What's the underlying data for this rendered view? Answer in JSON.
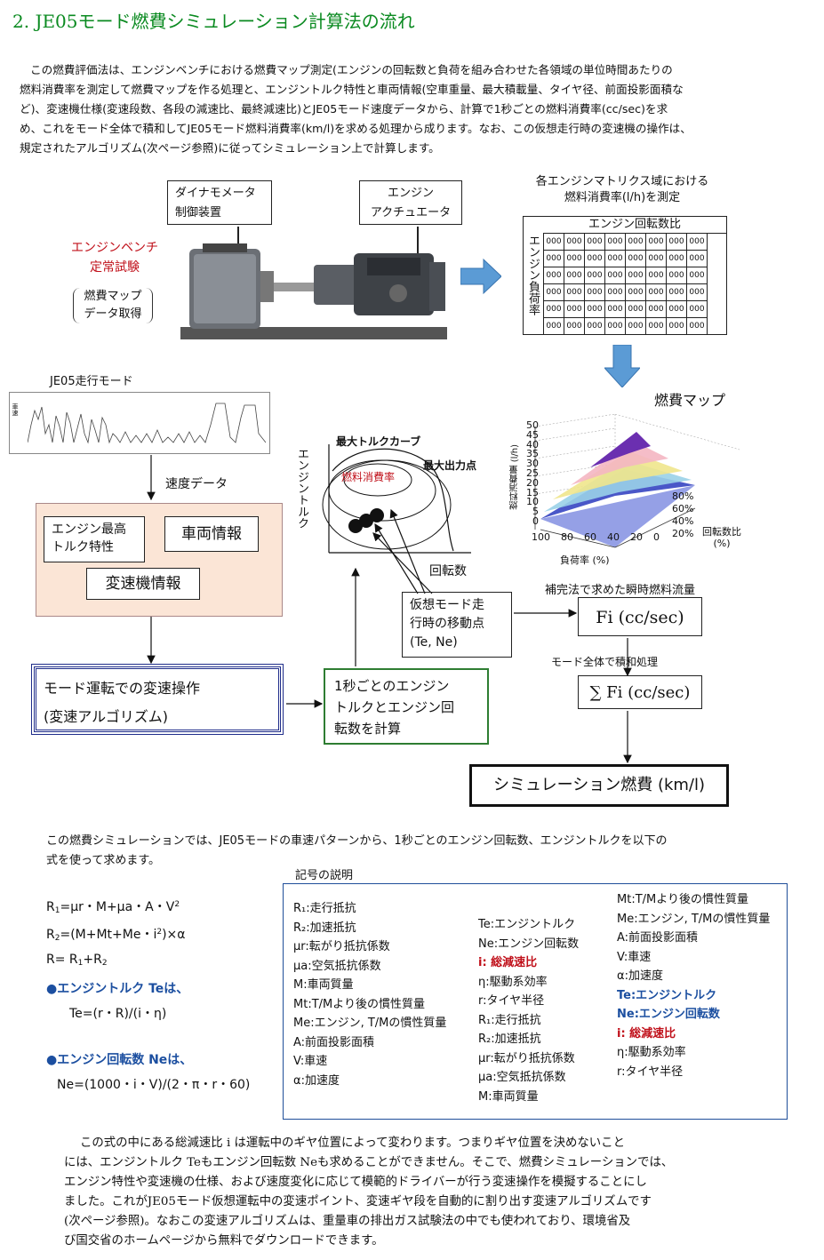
{
  "title": "2. JE05モード燃費シミュレーション計算法の流れ",
  "intro": [
    "この燃費評価法は、エンジンベンチにおける燃費マップ測定(エンジンの回転数と負荷を組み合わせた各領域の単位時間あたりの",
    "燃料消費率を測定して燃費マップを作る処理と、エンジントルク特性と車両情報(空車重量、最大積載量、タイヤ径、前面投影面積な",
    "ど)、変速機仕様(変速段数、各段の減速比、最終減速比)とJE05モード速度データから、計算で1秒ごとの燃料消費率(cc/sec)を求",
    "め、これをモード全体で積和してJE05モード燃料消費率(km/l)を求める処理から成ります。なお、この仮想走行時の変速機の操作は、",
    "規定されたアルゴリズム(次ページ参照)に従ってシミュレーション上で計算します。"
  ],
  "diagram": {
    "dyno_label": [
      "ダイナモメータ",
      "制御装置"
    ],
    "engine_label": [
      "エンジン",
      "アクチュエータ"
    ],
    "bench_label": [
      "エンジンベンチ",
      "定常試験"
    ],
    "map_measure": [
      "燃費マップ",
      "データ取得"
    ],
    "matrix_caption": [
      "各エンジンマトリクス域における",
      "燃料消費率(l/h)を測定"
    ],
    "matrix_header": "エンジン回転数比",
    "matrix_side": "エンジン負荷率",
    "matrix_cell": "000",
    "mode_label": "JE05走行モード",
    "mode_chart_ylabel": "車速",
    "speed_data": "速度データ",
    "engine_max_torque": [
      "エンジン最高",
      "トルク特性"
    ],
    "vehicle_info": "車両情報",
    "transmission_info": "変速機情報",
    "shift_op": [
      "モード運転での変速操作",
      "(変速アルゴリズム)"
    ],
    "calc_box": [
      "1秒ごとのエンジン",
      "トルクとエンジン回",
      "転数を計算"
    ],
    "max_torque_curve": "最大トルクカーブ",
    "max_power": "最大出力点",
    "fuel_rate_label": "燃料消費率",
    "engine_torque_axis": "エンジントルク",
    "rpm_axis": "回転数",
    "virtual_points": [
      "仮想モード走",
      "行時の移動点",
      "(Te, Ne)"
    ],
    "fuel_map_title": "燃費マップ",
    "fuel_map_zlabel": "燃料消費量 (l/h)",
    "fuel_map_xlabel": "負荷率 (%)",
    "fuel_map_ylabel": [
      "回転数比",
      "(%)"
    ],
    "fuel_map_zticks": [
      "50",
      "45",
      "40",
      "35",
      "30",
      "25",
      "20",
      "15",
      "10",
      "5",
      "0"
    ],
    "fuel_map_xticks": [
      "100",
      "80",
      "60",
      "40",
      "20",
      "0"
    ],
    "fuel_map_yticks": [
      "80%",
      "60%",
      "40%",
      "20%"
    ],
    "interp_label": "補完法で求めた瞬時燃料流量",
    "fi_box": "Fi (cc/sec)",
    "integrate_label": "モード全体で積和処理",
    "sum_fi_box": "∑ Fi (cc/sec)",
    "result_box": "シミュレーション燃費 (km/l)"
  },
  "formula_section": {
    "intro": [
      "この燃費シミュレーションでは、JE05モードの車速パターンから、1秒ごとのエンジン回転数、エンジントルクを以下の",
      "式を使って求めます。"
    ],
    "legend_title": "記号の説明",
    "te_heading": "●エンジントルク Teは、",
    "te_formula": "Te=(r・R)/(i・η)",
    "ne_heading": "●エンジン回転数 Neは、",
    "ne_formula": "Ne=(1000・i・V)/(2・π・r・60)"
  },
  "legend": {
    "col1": [
      "R₁:走行抵抗",
      "R₂:加速抵抗",
      "μr:転がり抵抗係数",
      "μa:空気抵抗係数",
      "M:車両質量",
      "Mt:T/Mより後の慣性質量",
      "Me:エンジン, T/Mの慣性質量",
      "A:前面投影面積",
      "V:車速",
      "α:加速度"
    ],
    "col2": [
      "Te:エンジントルク",
      "Ne:エンジン回転数",
      "i: 総減速比",
      "η:駆動系効率",
      "r:タイヤ半径",
      "R₁:走行抵抗",
      "R₂:加速抵抗",
      "μr:転がり抵抗係数",
      "μa:空気抵抗係数",
      "M:車両質量"
    ],
    "col3": [
      "Mt:T/Mより後の慣性質量",
      "Me:エンジン, T/Mの慣性質量",
      "A:前面投影面積",
      "V:車速",
      "α:加速度",
      "Te:エンジントルク",
      "Ne:エンジン回転数",
      "i: 総減速比",
      "η:駆動系効率",
      "r:タイヤ半径"
    ]
  },
  "bottom": [
    "この式の中にある総減速比 i は運転中のギヤ位置によって変わります。つまりギヤ位置を決めないこと",
    "には、エンジントルク Teもエンジン回転数 Neも求めることができません。そこで、燃費シミュレーションでは、",
    "エンジン特性や変速機の仕様、および速度変化に応じて模範的ドライバーが行う変速操作を模擬することにし",
    "ました。これがJE05モード仮想運転中の変速ポイント、変速ギヤ段を自動的に割り出す変速アルゴリズムです",
    "(次ページ参照)。なおこの変速アルゴリズムは、重量車の排出ガス試験法の中でも使われており、環境省及",
    "び国交省のホームページから無料でダウンロードできます。"
  ],
  "colors": {
    "title": "#0a8a20",
    "accent_red": "#c0101a",
    "accent_blue": "#1c4fa0",
    "arrow": "#5b9bd5",
    "pink_box": "#fbe5d6",
    "navy": "#1f2d8a",
    "green_box": "#2e7d32"
  }
}
